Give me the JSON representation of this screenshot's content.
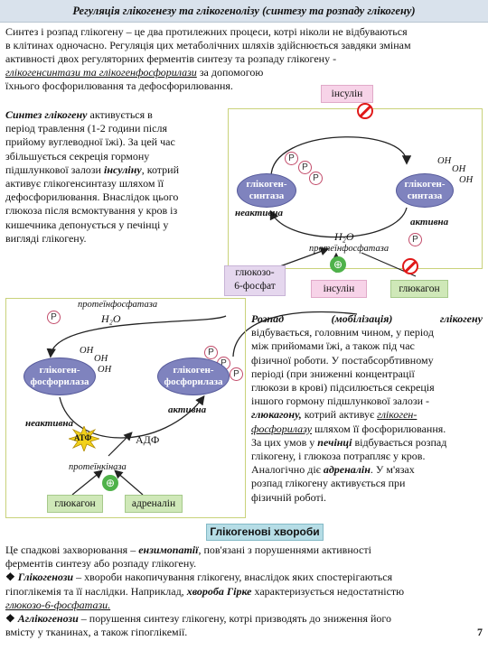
{
  "title": "Регуляція глікогенезу та глікогенолізу (синтезу та розпаду глікогену)",
  "intro": {
    "line1": "Синтез і розпад глікогену – це два протилежних процеси, котрі ніколи не відбуваються",
    "line2": "в клітинах одночасно. Регуляція цих метаболічних шляхів здійснюється завдяки змінам",
    "line3": "активності двох регуляторних ферментів синтезу та розпаду глікогену -",
    "enzymes": "глікогенсинтази та глікогенфосфорилази",
    "line4_tail": " за допомогою",
    "line5": "їхнього фосфорилювання та дефосфорилювання."
  },
  "synth": {
    "term": "Синтез глікогену",
    "t1": " активується в",
    "t2": "період травлення (1-2 години після",
    "t3": "прийому вуглеводної їжі). За цей час",
    "t4": "збільшується секреція гормону",
    "t5a": "підшлункової залози ",
    "insulin": "інсуліну",
    "t5b": ", котрий",
    "t6": "активує глікогенсинтазу шляхом її",
    "t7": "дефосфорилювання. Внаслідок цього",
    "t8": "глюкоза після всмоктування у кров із",
    "t9": "кишечника депонується у печінці у",
    "t10": "вигляді глікогену."
  },
  "diagram1": {
    "insulin_top": "інсулін",
    "enzyme_left": "глікоген-\nсинтаза",
    "enzyme_right": "глікоген-\nсинтаза",
    "inactive": "неактивна",
    "active": "активна",
    "water": "H₂O",
    "phosphatase": "протеїнфосфатаза",
    "p": "P",
    "oh": "OH",
    "g6p": "глюкозо-\n6-фосфат",
    "insulin_bottom": "інсулін",
    "glucagon": "глюкагон"
  },
  "diagram2": {
    "phosphatase": "протеїнфосфатаза",
    "water": "H₂O",
    "enzyme_left": "глікоген-\nфосфорилаза",
    "enzyme_right": "глікоген-\nфосфорилаза",
    "inactive": "неактивна",
    "active": "активна",
    "atp": "АТФ",
    "adp": "АДФ",
    "kinase": "протеїнкіназа",
    "glucagon": "глюкагон",
    "adrenaline": "адреналін",
    "p": "P",
    "oh": "OH"
  },
  "breakdown": {
    "term": "Розпад",
    "paren": "(мобілізація)",
    "gly": "глікогену",
    "r1": "відбувається, головним чином, у період",
    "r2": "між прийомами їжі, а також під час",
    "r3": "фізичної роботи. У постабсорбтивному",
    "r4": "періоді (при зниженні концентрації",
    "r5": "глюкози в крові) підсилюється секреція",
    "r6": "іншого гормону підшлункової залози -",
    "glucagon": "глюкагону,",
    "r7b": " котрий активує ",
    "r7c": "глікоген-",
    "r8a": "фосфорилазу",
    "r8b": " шляхом її фосфорилювання.",
    "r9a": "За цих умов у ",
    "liver": "печінці",
    "r9b": " відбувається розпад",
    "r10": "глікогену, і глюкоза потрапляє у кров.",
    "r11a": "Аналогічно діє ",
    "adrenaline": "адреналін",
    "r11b": ". У м'язах",
    "r12": "розпад глікогену активується при",
    "r13": "фізичній роботі."
  },
  "diseases": {
    "heading": "Глікогенові хвороби",
    "d1a": "Це спадкові захворювання – ",
    "enzymopathies": "ензимопатії",
    "d1b": ", пов'язані з порушеннями активності",
    "d2": "ферментів синтезу або розпаду глікогену.",
    "bullet": "❖",
    "glycogenoses": "Глікогенози",
    "g1": " – хвороби накопичування глікогену, внаслідок яких спостерігаються",
    "g2a": "гіпоглікемія та її наслідки. Наприклад, ",
    "girke": "хвороба Гірке",
    "g2b": " характеризується недостатністю",
    "g3": "глюкозо-6-фосфатази.",
    "aglycogenoses": "Аглікогенози",
    "a1": " – порушення синтезу глікогену, котрі призводять до зниження його",
    "a2": "вмісту у тканинах, а також  гіпоглікемії.",
    "page": "7"
  }
}
